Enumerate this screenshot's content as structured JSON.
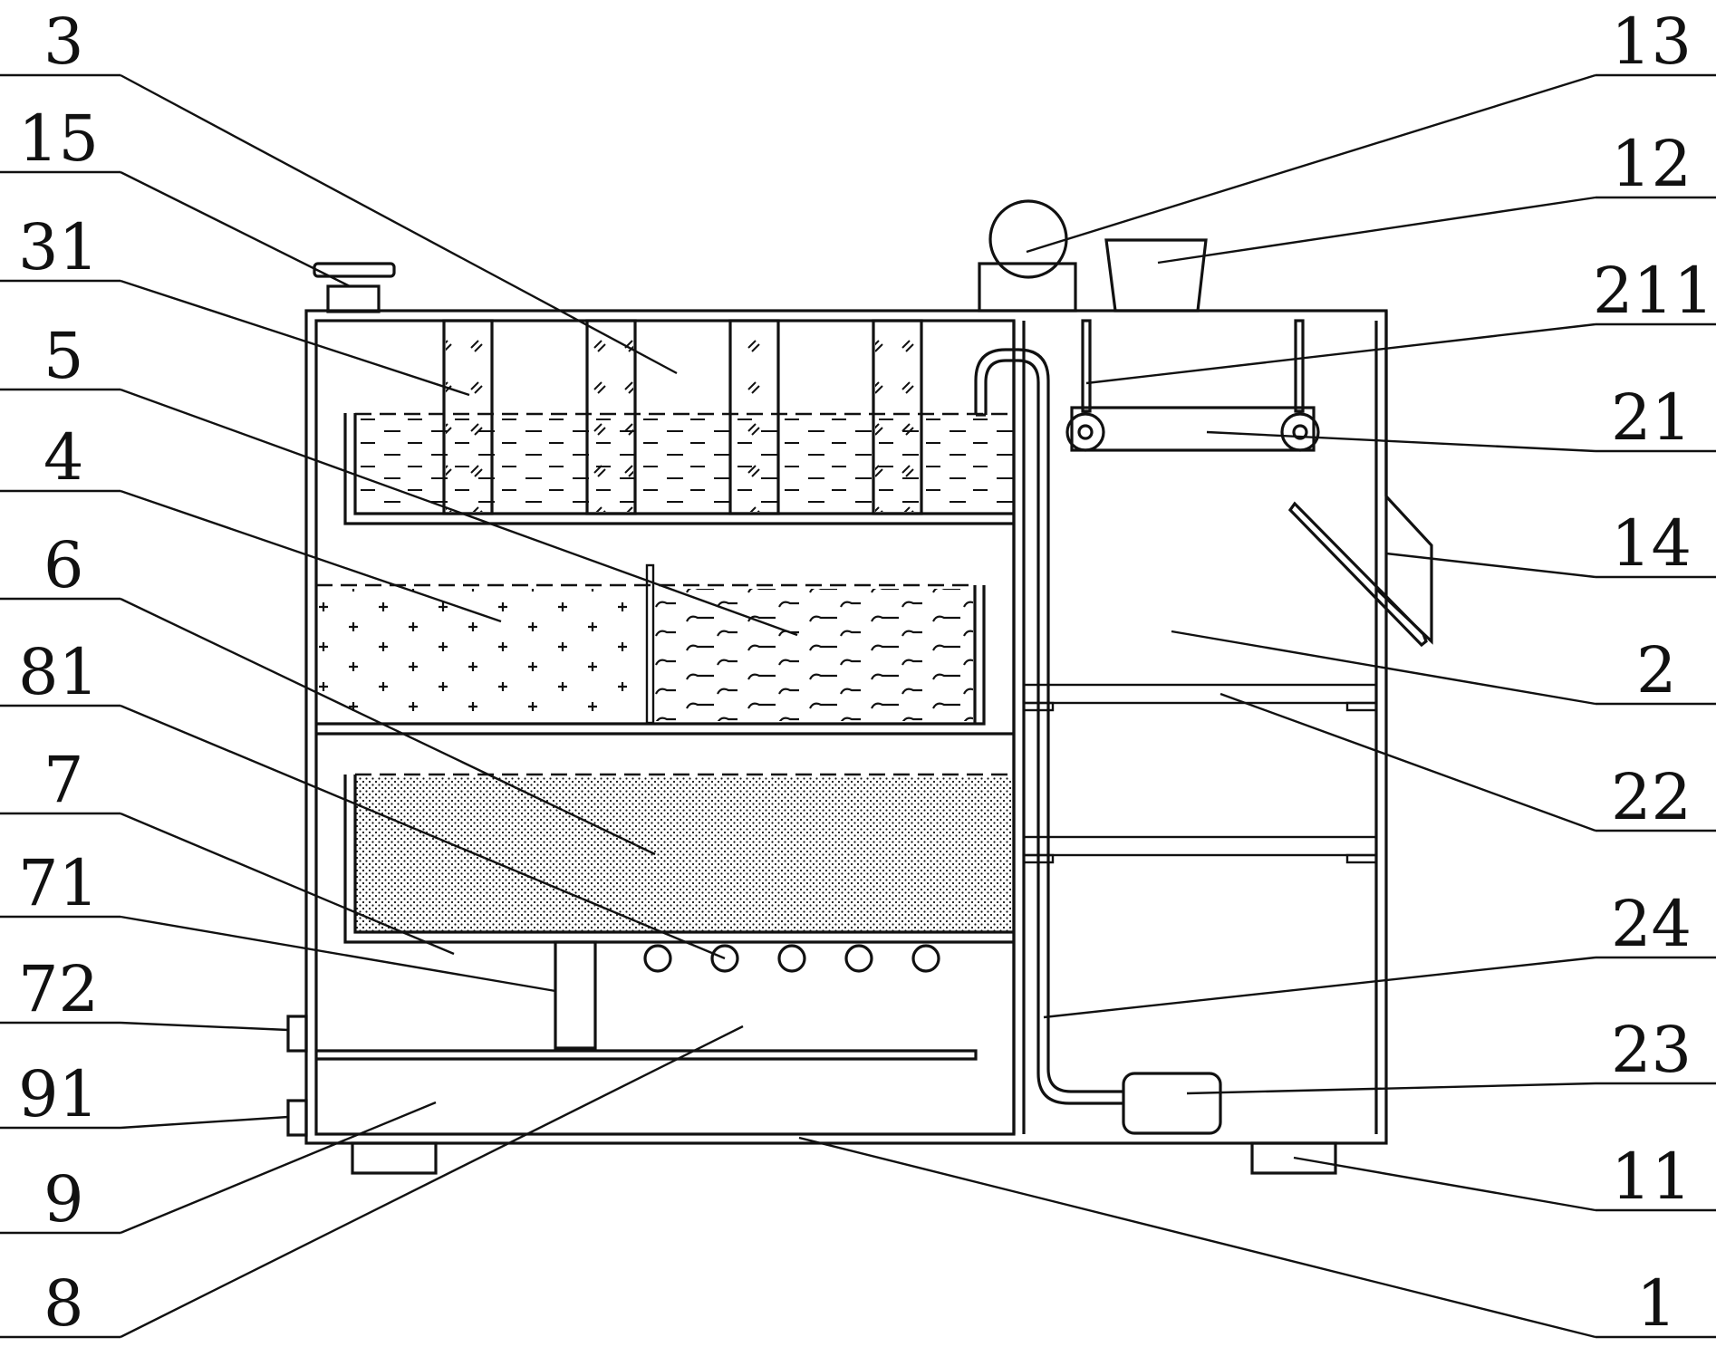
{
  "diagram": {
    "labels": {
      "l3": "3",
      "l15": "15",
      "l31": "31",
      "l5": "5",
      "l4": "4",
      "l6": "6",
      "l81": "81",
      "l7": "7",
      "l71": "71",
      "l72": "72",
      "l91": "91",
      "l9": "9",
      "l8": "8",
      "l13": "13",
      "l12": "12",
      "l211": "211",
      "l21": "21",
      "l14": "14",
      "l2": "2",
      "l22": "22",
      "l24": "24",
      "l23": "23",
      "l11": "11",
      "l1": "1"
    },
    "colors": {
      "line": "#111111",
      "background": "#ffffff",
      "liquid_fill": "#ffffff"
    }
  }
}
